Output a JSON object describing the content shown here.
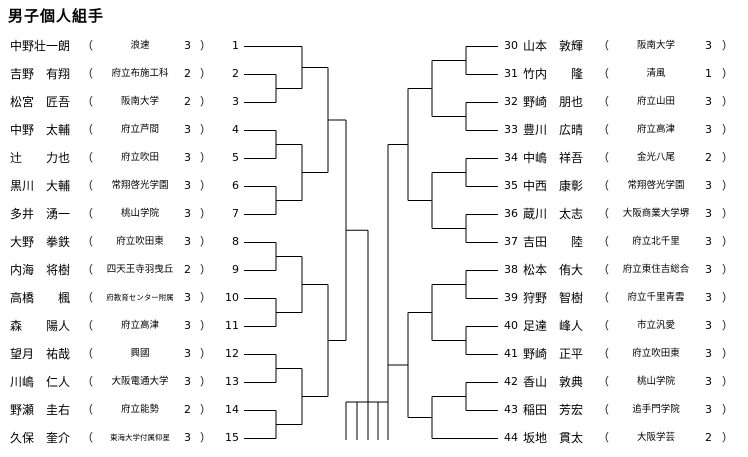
{
  "title": "男子個人組手",
  "left": [
    {
      "num": "1",
      "name": "中野壮一朗",
      "school": "浪速",
      "grade": "3"
    },
    {
      "num": "2",
      "name": "吉野　有翔",
      "school": "府立布施工科",
      "grade": "2"
    },
    {
      "num": "3",
      "name": "松宮　匠吾",
      "school": "阪南大学",
      "grade": "2"
    },
    {
      "num": "4",
      "name": "中野　太輔",
      "school": "府立芦間",
      "grade": "3"
    },
    {
      "num": "5",
      "name": "辻　　力也",
      "school": "府立吹田",
      "grade": "3"
    },
    {
      "num": "6",
      "name": "黒川　大輔",
      "school": "常翔啓光学園",
      "grade": "3"
    },
    {
      "num": "7",
      "name": "多井　湧一",
      "school": "桃山学院",
      "grade": "3"
    },
    {
      "num": "8",
      "name": "大野　拳鉄",
      "school": "府立吹田東",
      "grade": "3"
    },
    {
      "num": "9",
      "name": "内海　将樹",
      "school": "四天王寺羽曳丘",
      "grade": "2"
    },
    {
      "num": "10",
      "name": "高橋　　楓",
      "school": "府教育センター附属",
      "grade": "3"
    },
    {
      "num": "11",
      "name": "森　　陽人",
      "school": "府立高津",
      "grade": "3"
    },
    {
      "num": "12",
      "name": "望月　祐哉",
      "school": "興國",
      "grade": "3"
    },
    {
      "num": "13",
      "name": "川嶋　仁人",
      "school": "大阪電通大学",
      "grade": "3"
    },
    {
      "num": "14",
      "name": "野瀬　圭右",
      "school": "府立能勢",
      "grade": "2"
    },
    {
      "num": "15",
      "name": "久保　奎介",
      "school": "東海大学付属仰星",
      "grade": "3"
    }
  ],
  "right": [
    {
      "num": "30",
      "name": "山本　敦輝",
      "school": "阪南大学",
      "grade": "3"
    },
    {
      "num": "31",
      "name": "竹内　　隆",
      "school": "清風",
      "grade": "1"
    },
    {
      "num": "32",
      "name": "野崎　朋也",
      "school": "府立山田",
      "grade": "3"
    },
    {
      "num": "33",
      "name": "豊川　広晴",
      "school": "府立高津",
      "grade": "3"
    },
    {
      "num": "34",
      "name": "中嶋　祥吾",
      "school": "金光八尾",
      "grade": "2"
    },
    {
      "num": "35",
      "name": "中西　康彰",
      "school": "常翔啓光学園",
      "grade": "3"
    },
    {
      "num": "36",
      "name": "蔵川　太志",
      "school": "大阪商業大学堺",
      "grade": "3"
    },
    {
      "num": "37",
      "name": "吉田　　陸",
      "school": "府立北千里",
      "grade": "3"
    },
    {
      "num": "38",
      "name": "松本　侑大",
      "school": "府立東住吉総合",
      "grade": "3"
    },
    {
      "num": "39",
      "name": "狩野　智樹",
      "school": "府立千里青雲",
      "grade": "3"
    },
    {
      "num": "40",
      "name": "足達　峰人",
      "school": "市立汎愛",
      "grade": "3"
    },
    {
      "num": "41",
      "name": "野崎　正平",
      "school": "府立吹田東",
      "grade": "3"
    },
    {
      "num": "42",
      "name": "香山　敦典",
      "school": "桃山学院",
      "grade": "3"
    },
    {
      "num": "43",
      "name": "稲田　芳宏",
      "school": "追手門学院",
      "grade": "3"
    },
    {
      "num": "44",
      "name": "坂地　貫太",
      "school": "大阪学芸",
      "grade": "2"
    }
  ],
  "paren_open": "（",
  "paren_close": "）"
}
